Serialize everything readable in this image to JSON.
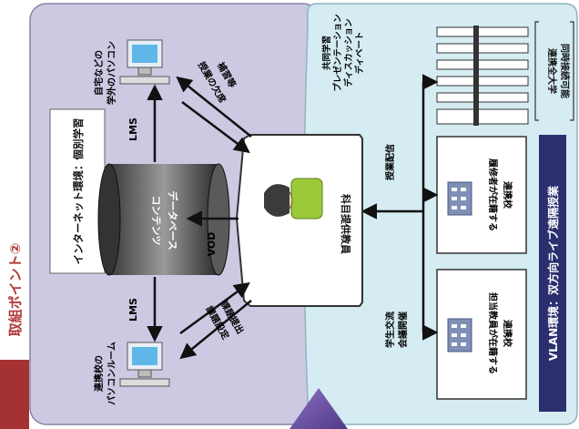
{
  "side_label": "取組ポイント②",
  "internet_panel": {
    "title": "インターネット環境：個別学習",
    "database_label": [
      "コンテンツ",
      "データベース"
    ],
    "home_pc_label": [
      "自宅などの",
      "学外のパソコン"
    ],
    "school_pc_label": [
      "連携校の",
      "パソコンルーム"
    ],
    "lms_top": "LMS",
    "lms_bottom": "LMS",
    "vod": "VOD",
    "arrow_top_label": [
      "授業の欠席",
      "補習等"
    ],
    "arrow_bottom_label": [
      "課題設定",
      "課題提出"
    ]
  },
  "vlan_panel": {
    "title": "VLAN環境：双方向ライブ遠隔授業",
    "university_label": [
      "連携全大学",
      "同時接続可能"
    ],
    "joint_study_label": [
      "共同学習",
      "プレゼンテーション",
      "ディスカッション",
      "ディベート"
    ],
    "class_delivery": "授業配信",
    "student_exchange": [
      "学生交流",
      "会議開催"
    ],
    "school_middle": [
      "履修者が在籍する",
      "連携校"
    ],
    "school_bottom": [
      "担当教員が在籍する",
      "連携校"
    ]
  },
  "center": {
    "teacher_label": "科目提供教員"
  },
  "colors": {
    "internet_bg": "#cdc9e3",
    "vlan_bg": "#d4ecf2",
    "side_label": "#b23a3a",
    "accent_bar": "#a53232",
    "vlan_title_bg": "#2b2f6e",
    "purple_triangle": "#6b4f9e"
  }
}
